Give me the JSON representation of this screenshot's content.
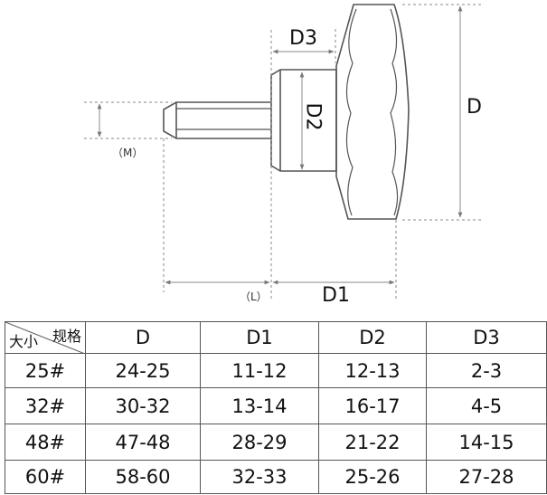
{
  "drawing": {
    "labels": {
      "d3": "D3",
      "d2": "D2",
      "d": "D",
      "m": "（M）",
      "l": "（L）",
      "d1": "D1"
    }
  },
  "table": {
    "corner_spec": "规格",
    "corner_size": "大小",
    "headers": [
      "D",
      "D1",
      "D2",
      "D3"
    ],
    "rows": [
      {
        "size": "25#",
        "values": [
          "24-25",
          "11-12",
          "12-13",
          "2-3"
        ]
      },
      {
        "size": "32#",
        "values": [
          "30-32",
          "13-14",
          "16-17",
          "4-5"
        ]
      },
      {
        "size": "48#",
        "values": [
          "47-48",
          "28-29",
          "21-22",
          "14-15"
        ]
      },
      {
        "size": "60#",
        "values": [
          "58-60",
          "32-33",
          "25-26",
          "27-28"
        ]
      }
    ]
  }
}
